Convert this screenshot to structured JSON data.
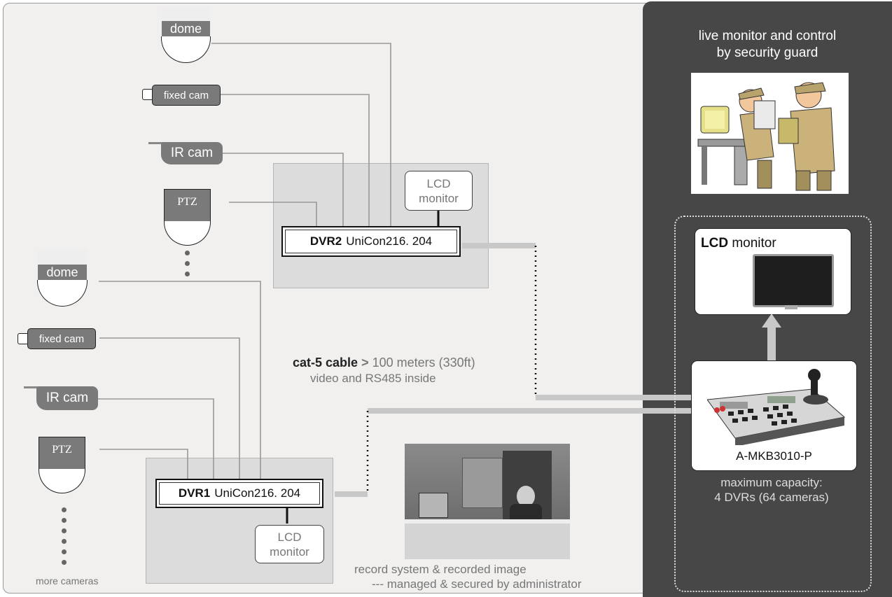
{
  "cameras_top": {
    "dome": "dome",
    "fixed": "fixed cam",
    "ir": "IR cam",
    "ptz": "PTZ"
  },
  "cameras_bottom": {
    "dome": "dome",
    "fixed": "fixed cam",
    "ir": "IR cam",
    "ptz": "PTZ",
    "more": "more cameras"
  },
  "dvr2": {
    "name": "DVR2",
    "model": "UniCon216. 204",
    "lcd_line1": "LCD",
    "lcd_line2": "monitor"
  },
  "dvr1": {
    "name": "DVR1",
    "model": "UniCon216. 204",
    "lcd_line1": "LCD",
    "lcd_line2": "monitor"
  },
  "cable": {
    "bold": "cat-5 cable",
    "arrow": ">",
    "rest": "100 meters (330ft)",
    "line2": "video and RS485 inside"
  },
  "admin": {
    "line1": "record system & recorded image",
    "line2": "--- managed & secured by administrator"
  },
  "control": {
    "title_line1": "live monitor and control",
    "title_line2": "by security guard",
    "lcd_bold": "LCD",
    "lcd_rest": "monitor",
    "keyboard_model": "A-MKB3010-P",
    "capacity_line1": "maximum capacity:",
    "capacity_line2": "4 DVRs (64 cameras)"
  },
  "colors": {
    "panel": "#474747",
    "background": "#f1f0ef",
    "camera": "#7a7a7a",
    "cable": "#c8c8c8"
  }
}
